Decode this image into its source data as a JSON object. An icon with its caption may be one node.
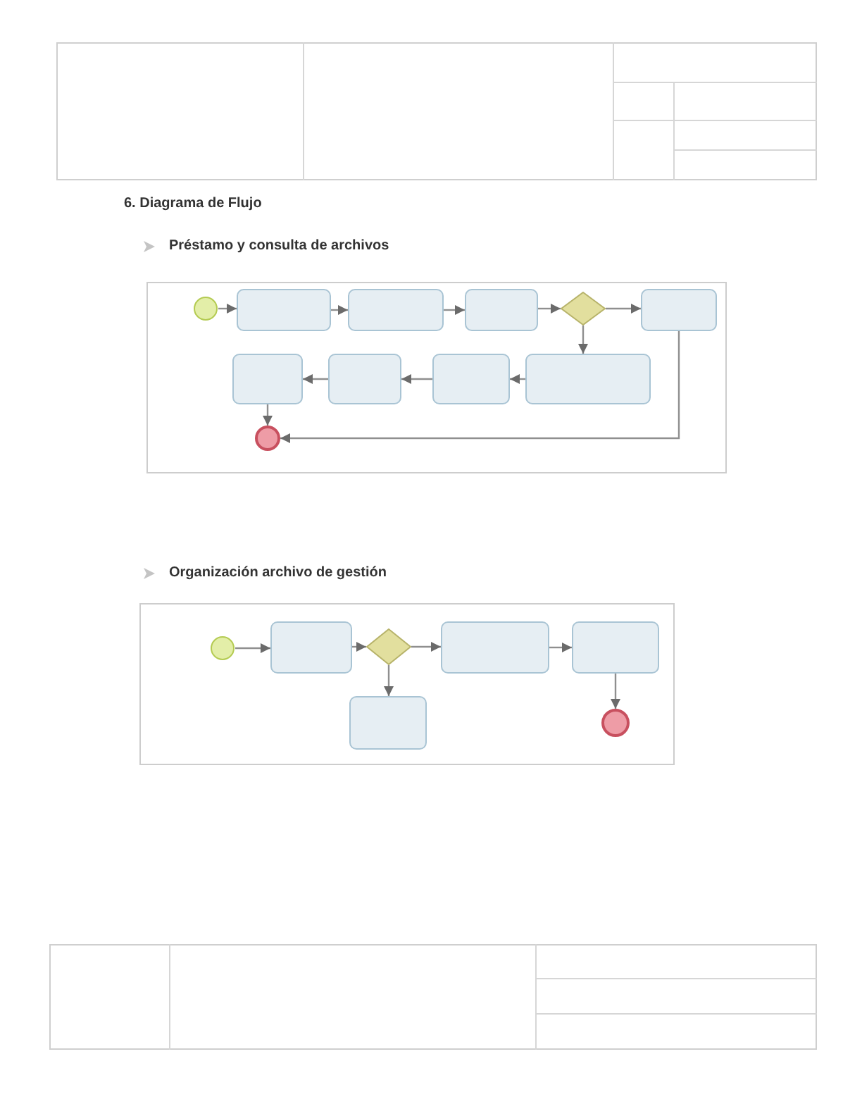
{
  "diagram": {
    "nodes": [
      {
        "text": [],
        "shape": "band"
      },
      {
        "text": [],
        "shape": "circle",
        "in": 0
      },
      {
        "text": [],
        "shape": "box",
        "in": 0
      },
      {
        "text": [],
        "shape": "box",
        "in": 0
      },
      {
        "text": [],
        "shape": "box",
        "in": 0
      },
      {
        "text": [],
        "shape": "diamond",
        "in": 0
      },
      {
        "text": [],
        "shape": "box",
        "in": 0
      },
      {
        "text": [],
        "shape": "box",
        "in": 0
      },
      {
        "text": [],
        "shape": "box",
        "in": 0
      },
      {
        "text": [],
        "shape": "box",
        "in": 0
      },
      {
        "text": [],
        "shape": "box",
        "in": 0
      },
      {
        "text": [],
        "shape": "circle",
        "in": 0
      },
      {
        "text": [],
        "shape": "band"
      },
      {
        "text": [],
        "shape": "circle",
        "in": 12
      },
      {
        "text": [],
        "shape": "box",
        "in": 12
      },
      {
        "text": [],
        "shape": "diamond",
        "in": 12
      },
      {
        "text": [],
        "shape": "box",
        "in": 12
      },
      {
        "text": [],
        "shape": "box",
        "in": 12
      },
      {
        "text": [],
        "shape": "box",
        "in": 12
      },
      {
        "text": [],
        "shape": "circle",
        "in": 12
      }
    ],
    "edges": [
      {
        "from": 1,
        "to": 2,
        "arrow": "to"
      },
      {
        "from": 2,
        "to": 3,
        "arrow": "to"
      },
      {
        "from": 3,
        "to": 4,
        "arrow": "to"
      },
      {
        "from": 4,
        "to": 5,
        "arrow": "to"
      },
      {
        "from": 5,
        "to": 6,
        "arrow": "to"
      },
      {
        "from": 5,
        "to": 10,
        "arrow": "to"
      },
      {
        "from": 10,
        "to": 9,
        "arrow": "to"
      },
      {
        "from": 9,
        "to": 8,
        "arrow": "to"
      },
      {
        "from": 8,
        "to": 7,
        "arrow": "to"
      },
      {
        "from": 7,
        "to": 11,
        "arrow": "to"
      },
      {
        "from": 6,
        "to": 11,
        "arrow": "to"
      },
      {
        "from": 13,
        "to": 14,
        "arrow": "to"
      },
      {
        "from": 14,
        "to": 15,
        "arrow": "to"
      },
      {
        "from": 15,
        "to": 16,
        "arrow": "to"
      },
      {
        "from": 15,
        "to": 18,
        "arrow": "to"
      },
      {
        "from": 16,
        "to": 17,
        "arrow": "to"
      },
      {
        "from": 17,
        "to": 19,
        "arrow": "to"
      }
    ],
    "labels": [
      "6. Diagrama de Flujo",
      "Préstamo y consulta de archivos",
      "Organización archivo de gestión"
    ]
  }
}
